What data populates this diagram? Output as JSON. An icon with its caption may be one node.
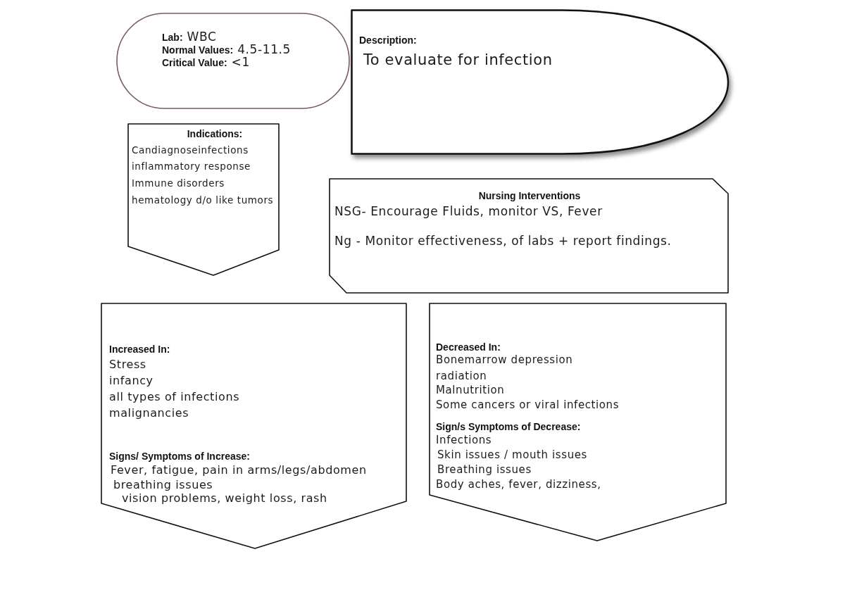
{
  "diagram": {
    "nodes": [
      {
        "text": [
          "**Lab:** WBC",
          "**Normal Values:** 4.5-11.5",
          "**Critical Value:** <1"
        ]
      },
      {
        "text": [
          "Description:",
          "To evaluate for infection"
        ]
      },
      {
        "text": [
          "Indications:",
          "Candiagnoseinfections",
          "inflammatory response",
          "Immune disorders",
          "hematology d/o like tumors"
        ]
      },
      {
        "text": [
          "Nursing Interventions",
          "NSG- Encourage Fluids, monitor VS, Fever",
          "Ng - Monitor effectiveness, of labs + report findings."
        ]
      },
      {
        "text": [
          "Increased In:",
          "Stress",
          "infancy",
          "all types of infections",
          "malignancies",
          "Signs/ Symptoms of Increase:",
          "Fever, fatigue, pain in arms/legs/abdomen",
          "breathing issues",
          "vision problems, weight loss, rash"
        ]
      },
      {
        "text": [
          "Decreased In:",
          "Bonemarrow depression",
          "radiation",
          "Malnutrition",
          "Some cancers or viral infections",
          "Sign/s Symptoms of Decrease:",
          "Infections",
          "Skin issues / mouth issues",
          "Breathing issues",
          "Body aches, fever, dizziness,"
        ]
      }
    ]
  }
}
